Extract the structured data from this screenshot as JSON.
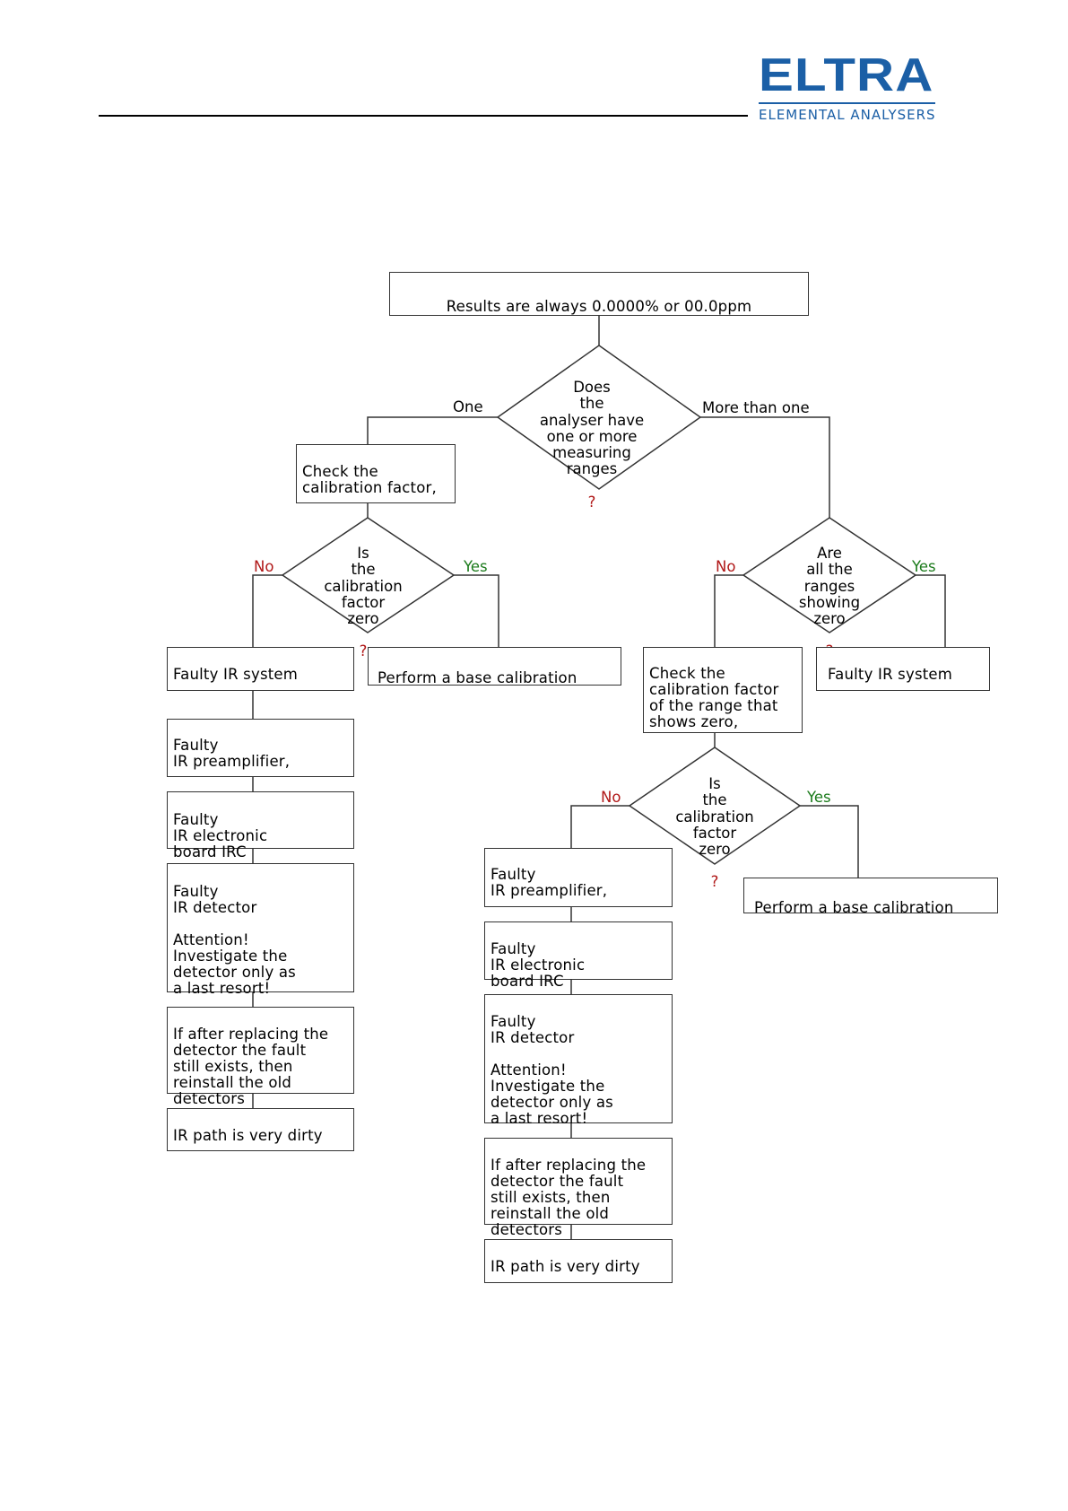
{
  "header": {
    "logo_text": "ELTRA",
    "logo_subtitle": "ELEMENTAL ANALYSERS"
  },
  "colors": {
    "brand": "#1b5fa6",
    "no_label": "#b01818",
    "yes_label": "#1a7a1a",
    "question_mark": "#b01818"
  },
  "flowchart": {
    "start": "Results are always 0.0000% or 00.0ppm",
    "q_ranges": "Does\nthe\nanalyser have\none or more\nmeasuring\nranges",
    "question_mark": "?",
    "branch_one": "One",
    "branch_more": "More than one",
    "left": {
      "check": "Check the\ncalibration factor,",
      "q_cal": "Is\nthe\ncalibration\nfactor\nzero",
      "no": "No",
      "yes": "Yes",
      "base_cal": "Perform a base calibration",
      "steps": [
        "Faulty IR system",
        "Faulty\nIR preamplifier,",
        "Faulty\nIR electronic\nboard IRC",
        "Faulty\nIR detector\n\nAttention!\nInvestigate the\ndetector only as\na last resort!",
        "If after replacing the\ndetector the fault\nstill exists, then\nreinstall the old\ndetectors",
        "IR path is very dirty"
      ]
    },
    "right": {
      "q_all": "Are\nall the\nranges\nshowing\nzero",
      "no": "No",
      "yes": "Yes",
      "faulty_system": "Faulty IR system",
      "check_range": "Check the\ncalibration factor\nof the range that\nshows zero,",
      "q_cal": "Is\nthe\ncalibration\nfactor\nzero",
      "no2": "No",
      "yes2": "Yes",
      "base_cal": "Perform a base calibration",
      "steps": [
        "Faulty\nIR preamplifier,",
        "Faulty\nIR electronic\nboard IRC",
        "Faulty\nIR detector\n\nAttention!\nInvestigate the\ndetector only as\na last resort!",
        "If after replacing the\ndetector the fault\nstill exists, then\nreinstall the old\ndetectors",
        "IR path is very dirty"
      ]
    }
  }
}
